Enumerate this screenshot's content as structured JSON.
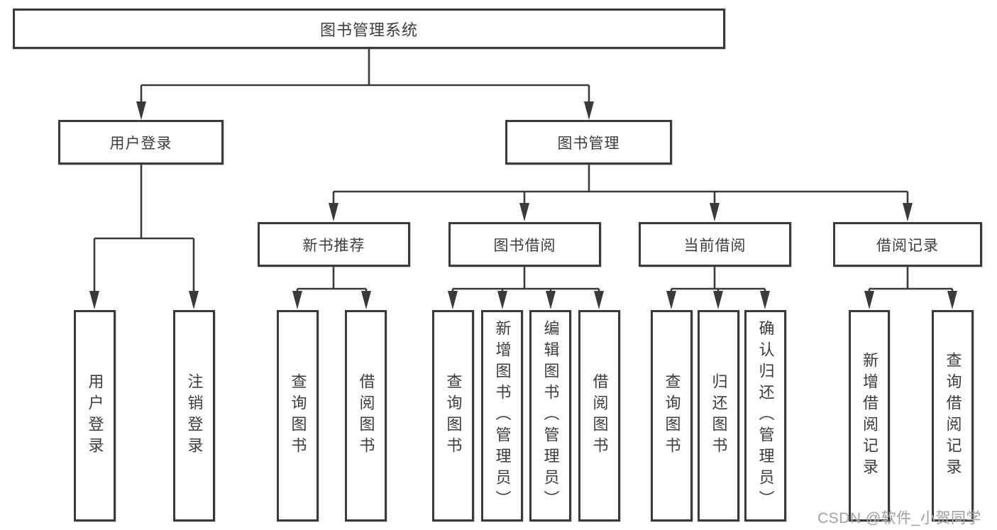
{
  "diagram_type": "hierarchy-tree",
  "colors": {
    "line": "#3a3a3a",
    "box_border": "#3a3a3a",
    "text": "#3d3d3d",
    "background": "#ffffff",
    "watermark": "#a5a5a5"
  },
  "watermark": {
    "text": "CSDN @软件_小贺同学"
  },
  "tree": {
    "label": "图书管理系统",
    "children": [
      {
        "label": "用户登录",
        "children": [
          {
            "label": "用户登录"
          },
          {
            "label": "注销登录"
          }
        ]
      },
      {
        "label": "图书管理",
        "children": [
          {
            "label": "新书推荐",
            "children": [
              {
                "label": "查询图书"
              },
              {
                "label": "借阅图书"
              }
            ]
          },
          {
            "label": "图书借阅",
            "children": [
              {
                "label": "查询图书"
              },
              {
                "label": "新增图书（管理员）"
              },
              {
                "label": "编辑图书（管理员）"
              },
              {
                "label": "借阅图书"
              }
            ]
          },
          {
            "label": "当前借阅",
            "children": [
              {
                "label": "查询图书"
              },
              {
                "label": "归还图书"
              },
              {
                "label": "确认归还（管理员）"
              }
            ]
          },
          {
            "label": "借阅记录",
            "children": [
              {
                "label": "新增借阅记录"
              },
              {
                "label": "查询借阅记录"
              }
            ]
          }
        ]
      }
    ]
  }
}
